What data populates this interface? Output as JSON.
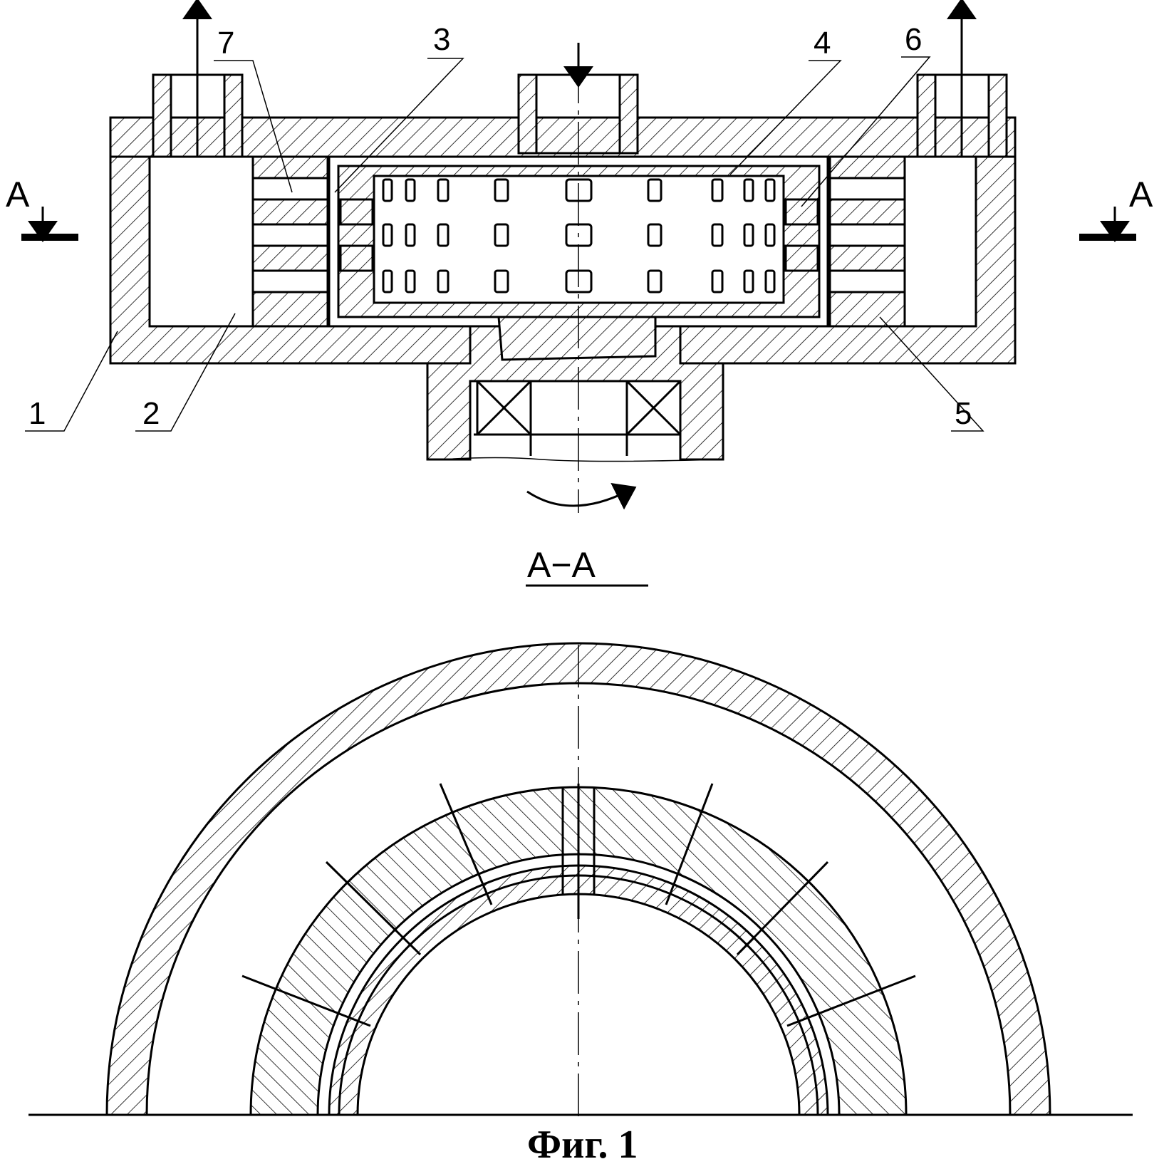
{
  "figure": {
    "caption": "Фиг. 1",
    "section_marker_left": "A",
    "section_marker_right": "A",
    "section_title": "A−A",
    "callouts": [
      "7",
      "3",
      "4",
      "6",
      "1",
      "2",
      "5"
    ]
  }
}
